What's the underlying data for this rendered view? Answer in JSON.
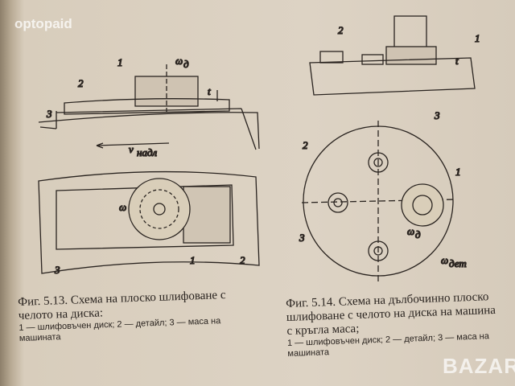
{
  "watermarks": {
    "top_left": "optopaid",
    "bottom_right": "BAZAR"
  },
  "figure_513": {
    "labels": {
      "one": "1",
      "two": "2",
      "three": "3",
      "omega": "ω",
      "omega_sub": "д",
      "t": "t",
      "v": "v",
      "v_sub": "надл"
    },
    "caption": "Фиг. 5.13. Схема на плоско шлифоване с челото на диска:",
    "legend": "1 — шлифовъчен диск; 2 — детайл; 3 — маса на машината"
  },
  "figure_514": {
    "labels": {
      "one": "1",
      "two": "2",
      "three": "3",
      "omega": "ω",
      "omega_sub": "д",
      "omega_det_sub": "дет",
      "t": "t"
    },
    "caption": "Фиг. 5.14. Схема на дълбочинно плоско шлифоване с челото на диска на машина с кръгла маса;",
    "legend": "1 — шлифовъчен диск; 2 — детайл; 3 — маса на машината"
  }
}
